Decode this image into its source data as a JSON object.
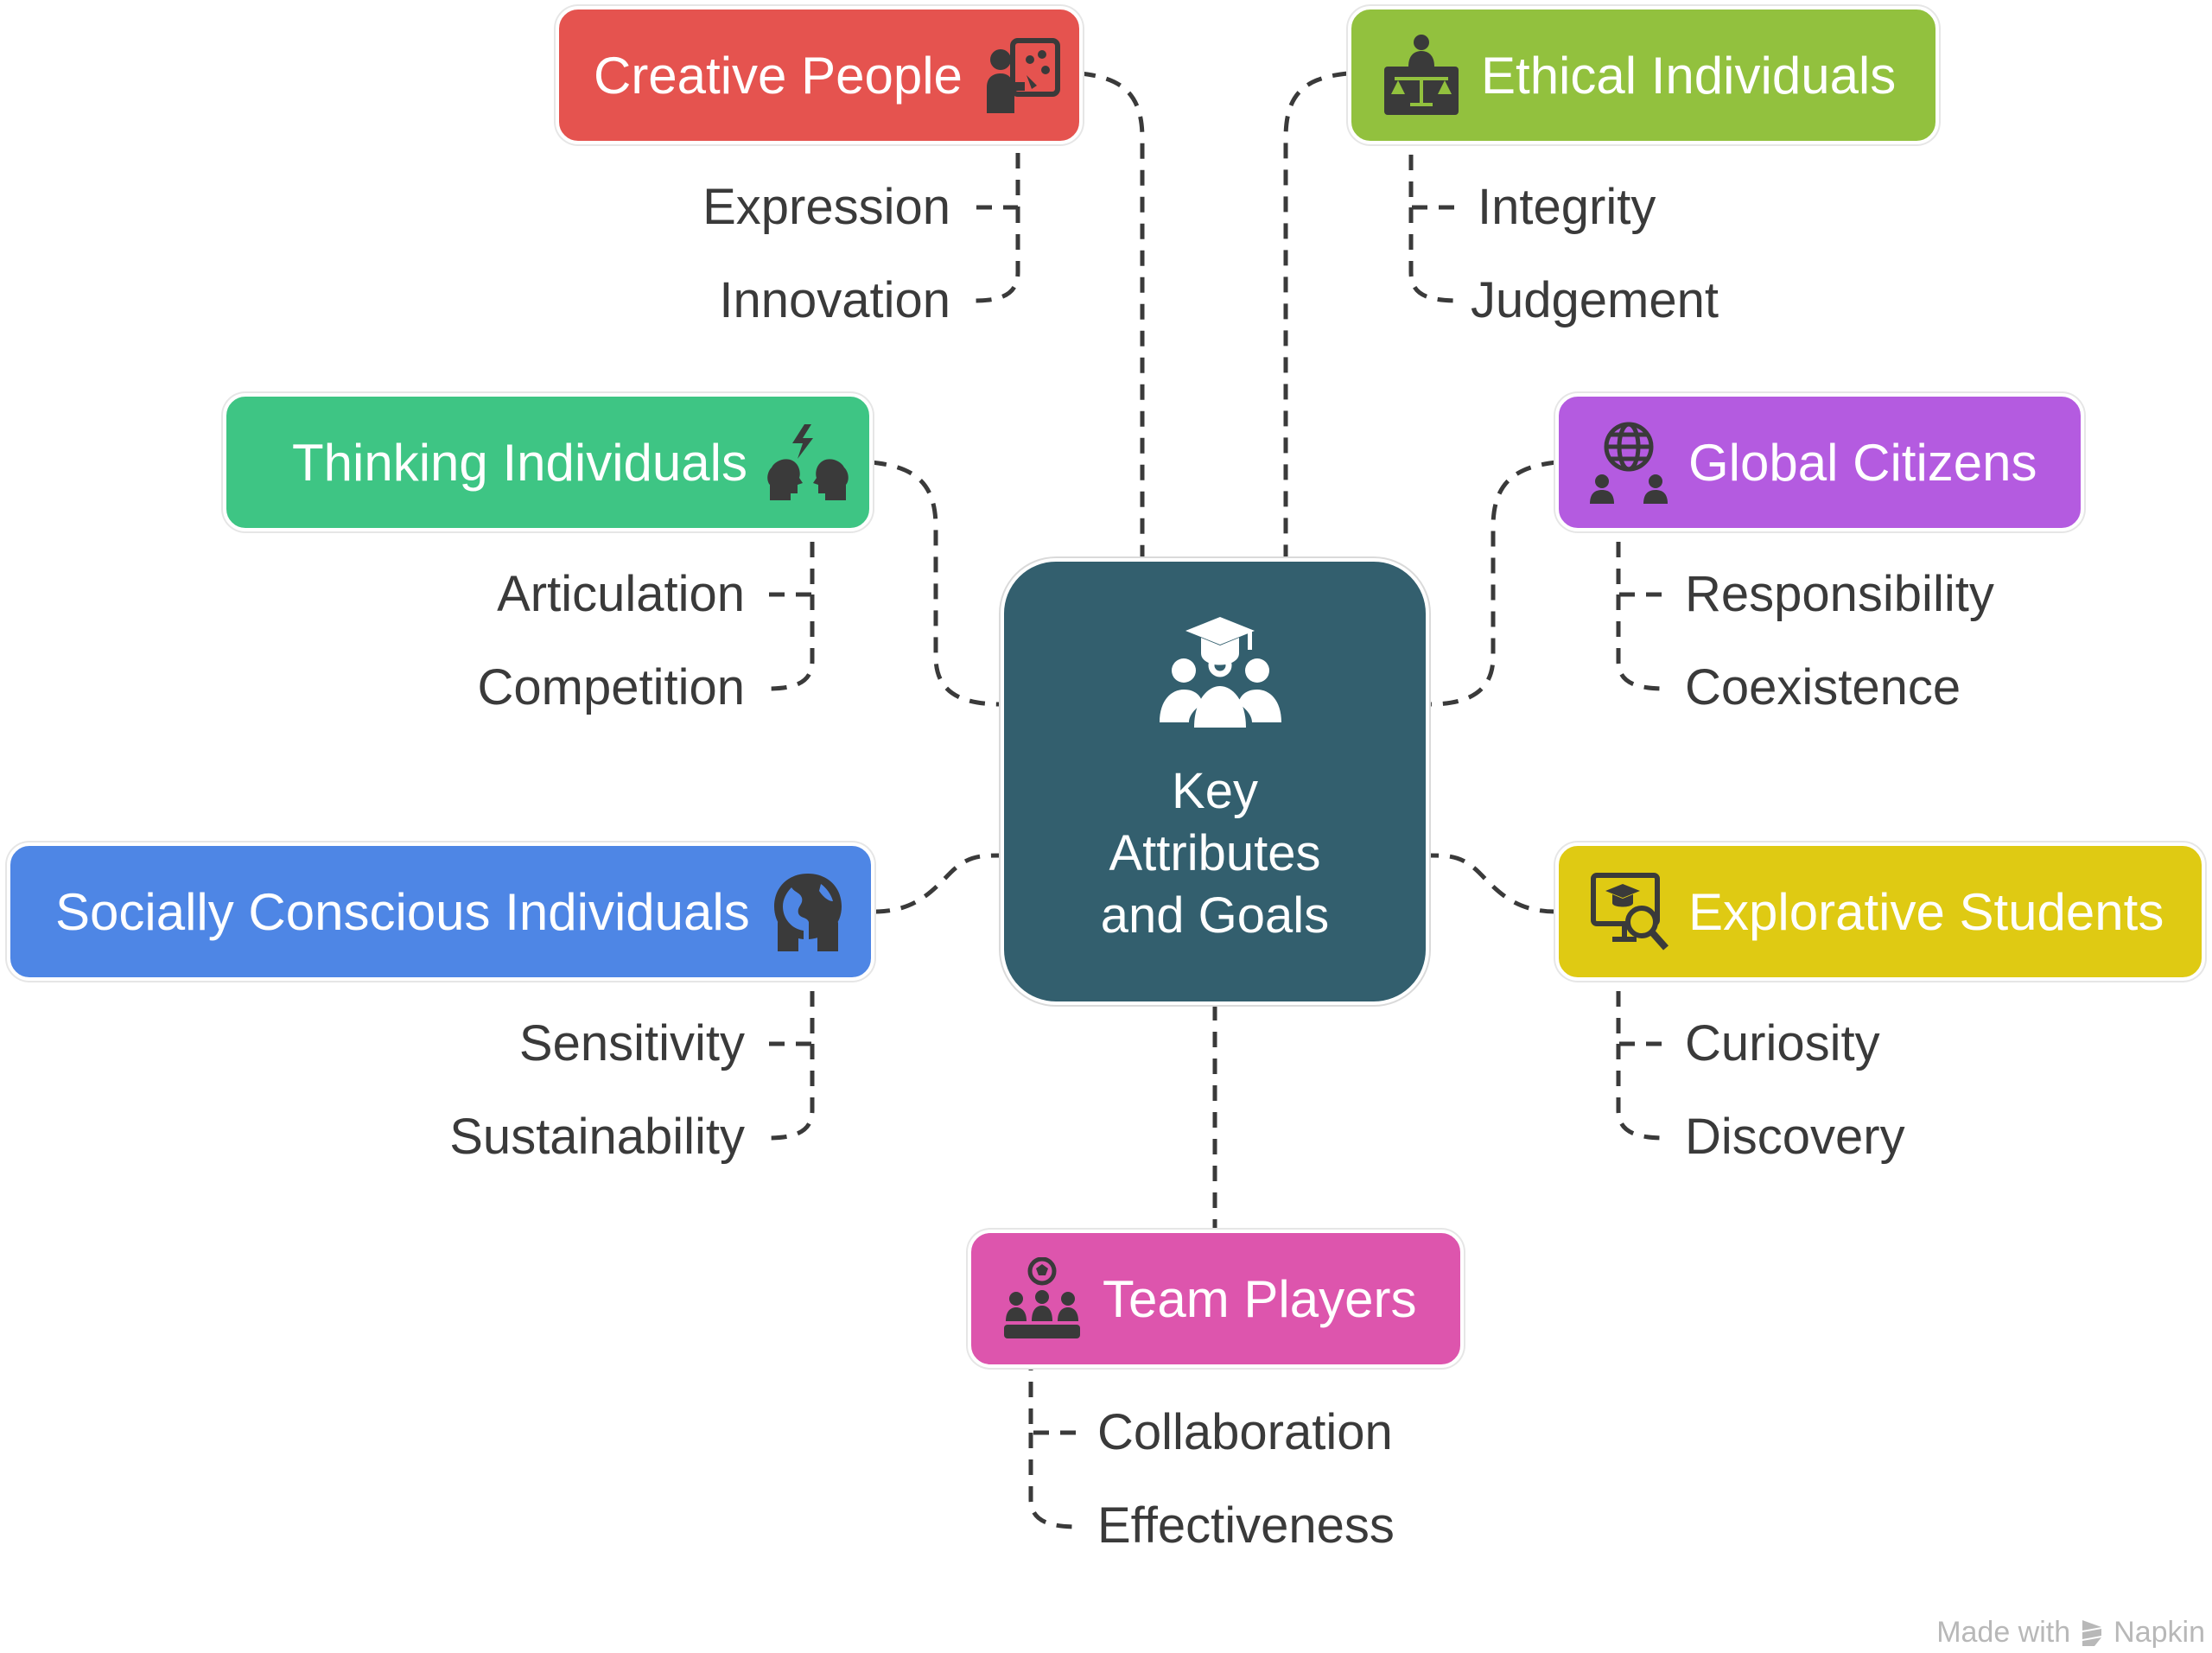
{
  "center": {
    "title": "Key\nAttributes\nand Goals",
    "icon": "graduation-cap-group-icon",
    "color": "#335f6e"
  },
  "branches": [
    {
      "id": "creative",
      "title": "Creative People",
      "icon": "artist-palette-icon",
      "color": "#e5534f",
      "items": [
        "Expression",
        "Innovation"
      ]
    },
    {
      "id": "ethical",
      "title": "Ethical Individuals",
      "icon": "scales-of-justice-icon",
      "color": "#92c13e",
      "items": [
        "Integrity",
        "Judgement"
      ]
    },
    {
      "id": "thinking",
      "title": "Thinking Individuals",
      "icon": "brainstorm-heads-icon",
      "color": "#3ec584",
      "items": [
        "Articulation",
        "Competition"
      ]
    },
    {
      "id": "global",
      "title": "Global Citizens",
      "icon": "globe-people-icon",
      "color": "#b45be0",
      "items": [
        "Responsibility",
        "Coexistence"
      ]
    },
    {
      "id": "social",
      "title": "Socially Conscious Individuals",
      "icon": "earth-hands-icon",
      "color": "#4e86e5",
      "items": [
        "Sensitivity",
        "Sustainability"
      ]
    },
    {
      "id": "explorative",
      "title": "Explorative Students",
      "icon": "screen-magnifier-icon",
      "color": "#dfca13",
      "items": [
        "Curiosity",
        "Discovery"
      ]
    },
    {
      "id": "team",
      "title": "Team Players",
      "icon": "team-group-icon",
      "color": "#dd55ad",
      "items": [
        "Collaboration",
        "Effectiveness"
      ]
    }
  ],
  "watermark": {
    "prefix": "Made with",
    "brand": "Napkin",
    "icon": "napkin-logo-icon"
  }
}
